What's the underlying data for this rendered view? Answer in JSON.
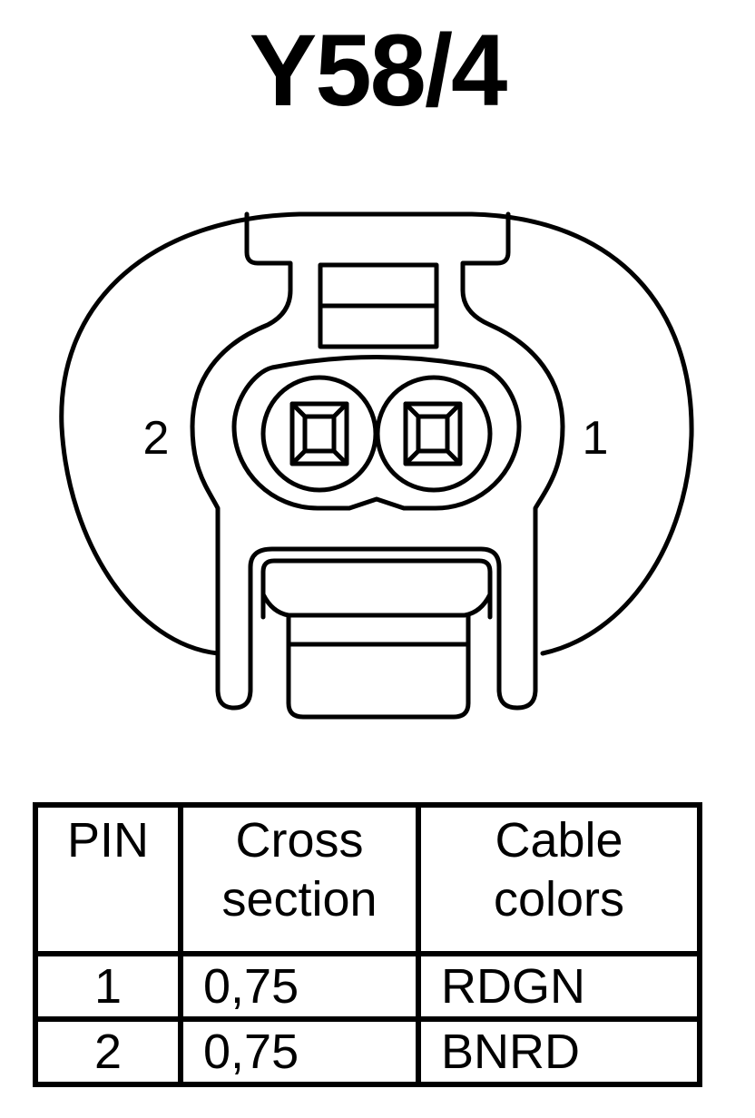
{
  "title": "Y58/4",
  "connector": {
    "pin_left_label": "2",
    "pin_right_label": "1"
  },
  "table": {
    "headers": [
      "PIN",
      "Cross section",
      "Cable colors"
    ],
    "rows": [
      {
        "pin": "1",
        "cross_section": "0,75",
        "color": "RDGN"
      },
      {
        "pin": "2",
        "cross_section": "0,75",
        "color": "BNRD"
      }
    ]
  }
}
